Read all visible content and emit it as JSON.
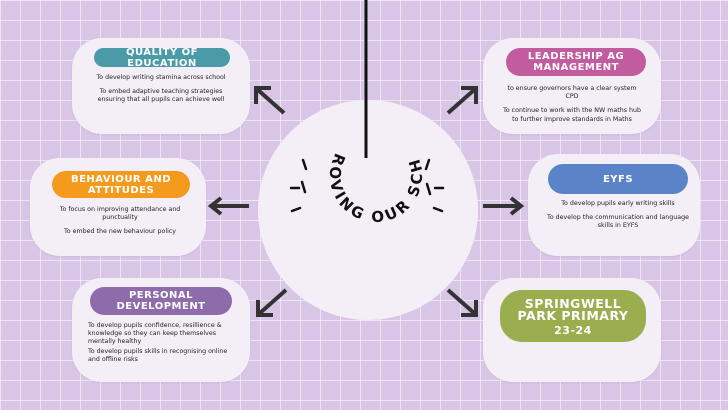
{
  "center": {
    "title": "IMPROVING OUR SCHOOL"
  },
  "boxes": {
    "quality": {
      "title": "QUALITY OF EDUCATION",
      "color": "#4b9aa8",
      "lines": [
        "To develop writing stamina across school",
        "To embed adaptive teaching strategies ensuring that all pupils can achieve well"
      ]
    },
    "leadership": {
      "title": "LEADERSHIP AG MANAGEMENT",
      "color": "#c35c9e",
      "lines": [
        "to ensure governors have a clear system CPD",
        "To continue to work with the NW maths hub to further improve standards in Maths"
      ]
    },
    "behaviour": {
      "title": "BEHAVIOUR AND ATTITUDES",
      "color": "#f49b1e",
      "lines": [
        "To focus on improving attendance and punctuality",
        "To embed the new behaviour policy"
      ]
    },
    "eyfs": {
      "title": "EYFS",
      "color": "#5b84c8",
      "lines": [
        "To develop pupils early writing skills",
        "To develop the communication and language skills in EYFS"
      ]
    },
    "personal": {
      "title": "PERSONAL DEVELOPMENT",
      "color": "#8e6bab",
      "lines": [
        "To develop pupils confidence, resillience & knowledge so they can keep themselves mentally healthy",
        "To develop pupils skills in recognising online and offline risks"
      ]
    },
    "school": {
      "title": "SPRINGWELL PARK PRIMARY",
      "year": "23-24",
      "color": "#9aad4f"
    }
  }
}
